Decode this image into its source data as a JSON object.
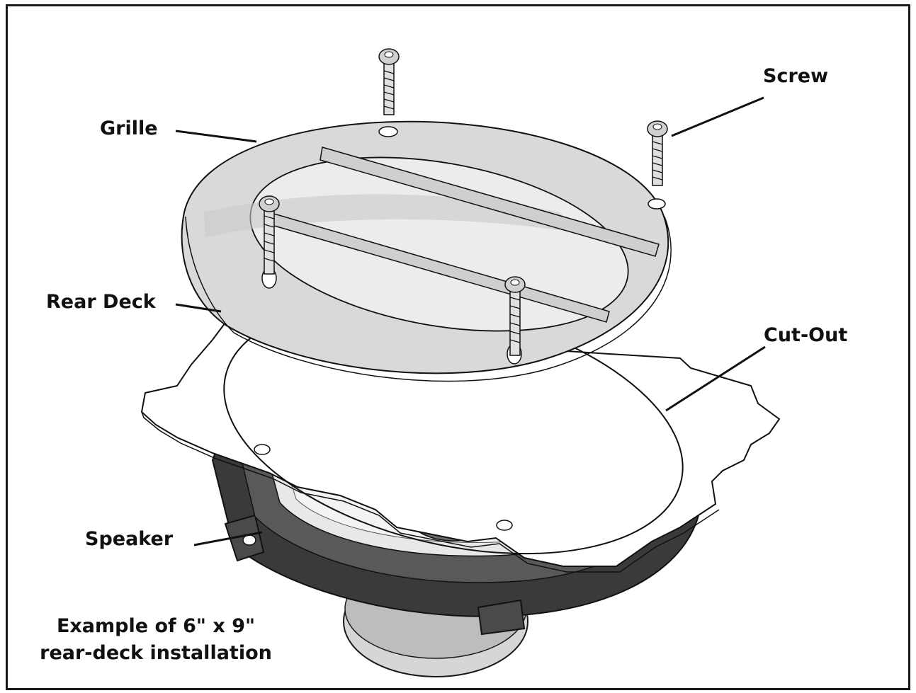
{
  "labels": {
    "screw": "Screw",
    "grille": "Grille",
    "rear_deck": "Rear Deck",
    "cut_out": "Cut-Out",
    "speaker": "Speaker"
  },
  "caption": {
    "line1": "Example of 6\" x 9\"",
    "line2": "rear-deck installation"
  },
  "colors": {
    "grille": "#d9d9d9",
    "speaker_frame": "#3c3c3c",
    "stroke": "#1a1a1a",
    "background": "#ffffff"
  }
}
